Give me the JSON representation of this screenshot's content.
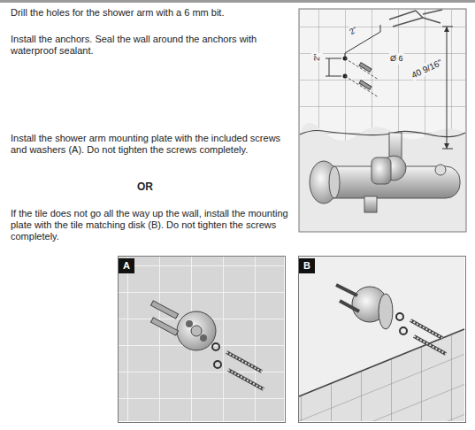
{
  "diagram": {
    "nodes": [
      {
        "text": [
          "A"
        ]
      },
      {
        "text": [
          "B"
        ]
      }
    ],
    "labels": [
      "Drill the holes for the shower arm with a 6 mm bit.",
      "Install the anchors.  Seal the wall around the anchors with waterproof sealant.",
      "Install the shower arm mounting plate with the included screws and washers (A).  Do not tighten the screws completely.",
      "OR",
      "If the tile does not go all the way up the wall, install the mounting plate with the tile matching disk (B). Do not tighten the screws completely.",
      "2\"",
      "2\"",
      "Ø 6",
      "40 9/16\""
    ]
  }
}
